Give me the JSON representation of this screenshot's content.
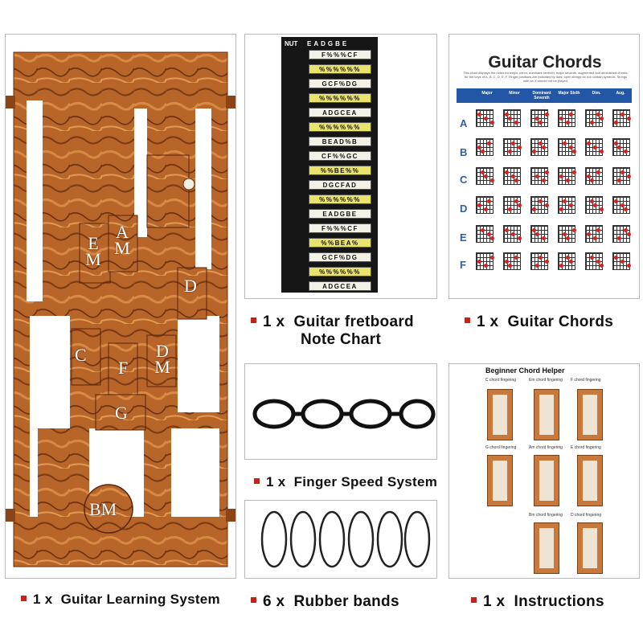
{
  "products": {
    "system": {
      "qty": "1 x",
      "label": "Guitar Learning System"
    },
    "fretboard": {
      "qty": "1 x",
      "label_line1": "Guitar fretboard",
      "label_line2": "Note Chart"
    },
    "chords": {
      "qty": "1 x",
      "label": "Guitar Chords"
    },
    "speed": {
      "qty": "1 x",
      "label": "Finger Speed System"
    },
    "bands": {
      "qty": "6 x",
      "label": "Rubber bands"
    },
    "instructions": {
      "qty": "1 x",
      "label": "Instructions"
    }
  },
  "wood_labels": [
    "E M",
    "A M",
    "D",
    "C",
    "F",
    "D M",
    "G",
    "BM"
  ],
  "fret_chart": {
    "nut": "NUT",
    "strings": "EADGBE",
    "rows": [
      "F%%%CF",
      "%%%%%%",
      "GCF%DG",
      "%%%%%%",
      "ADGCEA",
      "%%%%%%",
      "BEAD%B",
      "CF%%GC",
      "%%BE%%",
      "DGCFAD",
      "%%%%%%",
      "EADGBE",
      "F%%%CF",
      "%%BEA%",
      "GCF%DG",
      "%%%%%%",
      "ADGCEA"
    ]
  },
  "chords_poster": {
    "title": "Guitar Chords",
    "subtitle": "This chart displays the notes for major, minor, dominant seventh, major seventh, augmented and diminished chords, for the keys of A, B, C, D, E, F. Finger positions are indicated by dots; open strings do not contain symbols. Strings with an X should not be played.",
    "columns": [
      "Major",
      "Minor",
      "Dominant Seventh",
      "Major Sixth",
      "Dim.",
      "Aug."
    ],
    "rows": [
      "A",
      "B",
      "C",
      "D",
      "E",
      "F"
    ]
  },
  "instructions_poster": {
    "title": "Beginner Chord Helper",
    "items": [
      "C chord fingering",
      "Em chord fingering",
      "F chord fingering",
      "G chord fingering",
      "Am chord fingering",
      "E chord fingering",
      "Bm chord fingering",
      "D chord fingering"
    ]
  },
  "colors": {
    "accent": "#c0251b",
    "wood": "#b8652a",
    "chart_blue": "#2456a6",
    "chord_dot": "#d32424"
  }
}
